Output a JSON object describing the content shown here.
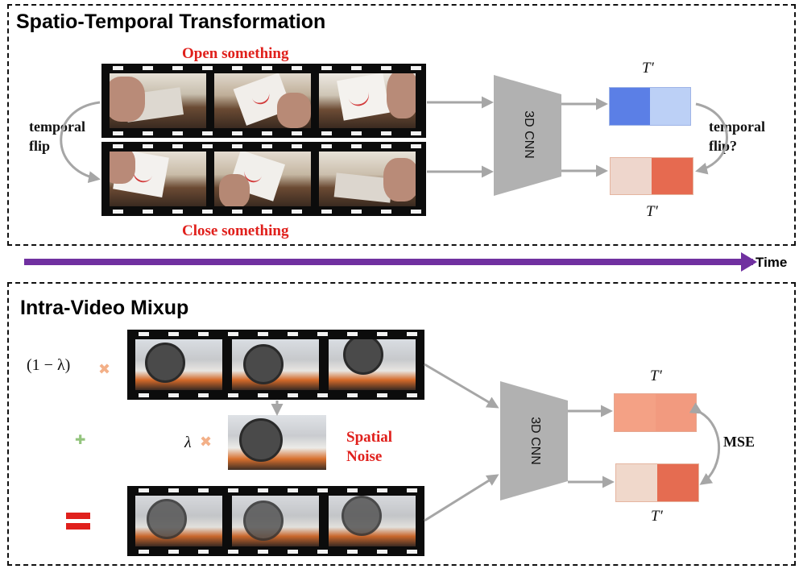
{
  "top_panel": {
    "title": "Spatio-Temporal Transformation",
    "open_label": "Open something",
    "close_label": "Close something",
    "left_flip_line1": "temporal",
    "left_flip_line2": "flip",
    "right_flip_line1": "temporal",
    "right_flip_line2": "flip?",
    "cnn_label": "3D CNN",
    "tprime_top": "T′",
    "tprime_bottom": "T′",
    "colors": {
      "blue_dark": "#5b7fe6",
      "blue_light": "#bcd0f6",
      "peach_light": "#eed6cc",
      "red_dark": "#e66a50"
    }
  },
  "timeline": {
    "label": "Time",
    "color": "#7030a0"
  },
  "bottom_panel": {
    "title": "Intra-Video Mixup",
    "one_minus_lambda": "(1 − λ)",
    "lambda_symbol": "λ",
    "times_symbol": "✖",
    "plus_symbol": "✚",
    "equals_symbol": "=",
    "spatial_noise_line1": "Spatial",
    "spatial_noise_line2": "Noise",
    "cnn_label": "3D CNN",
    "tprime_top": "T′",
    "tprime_bottom": "T′",
    "mse_label": "MSE",
    "colors": {
      "salmon": "#f4a185",
      "peach_light": "#f0d8cb",
      "red_dark": "#e56c51",
      "op_orange": "#f3b088",
      "op_green": "#93c47d",
      "eq_red": "#e0201c"
    }
  }
}
